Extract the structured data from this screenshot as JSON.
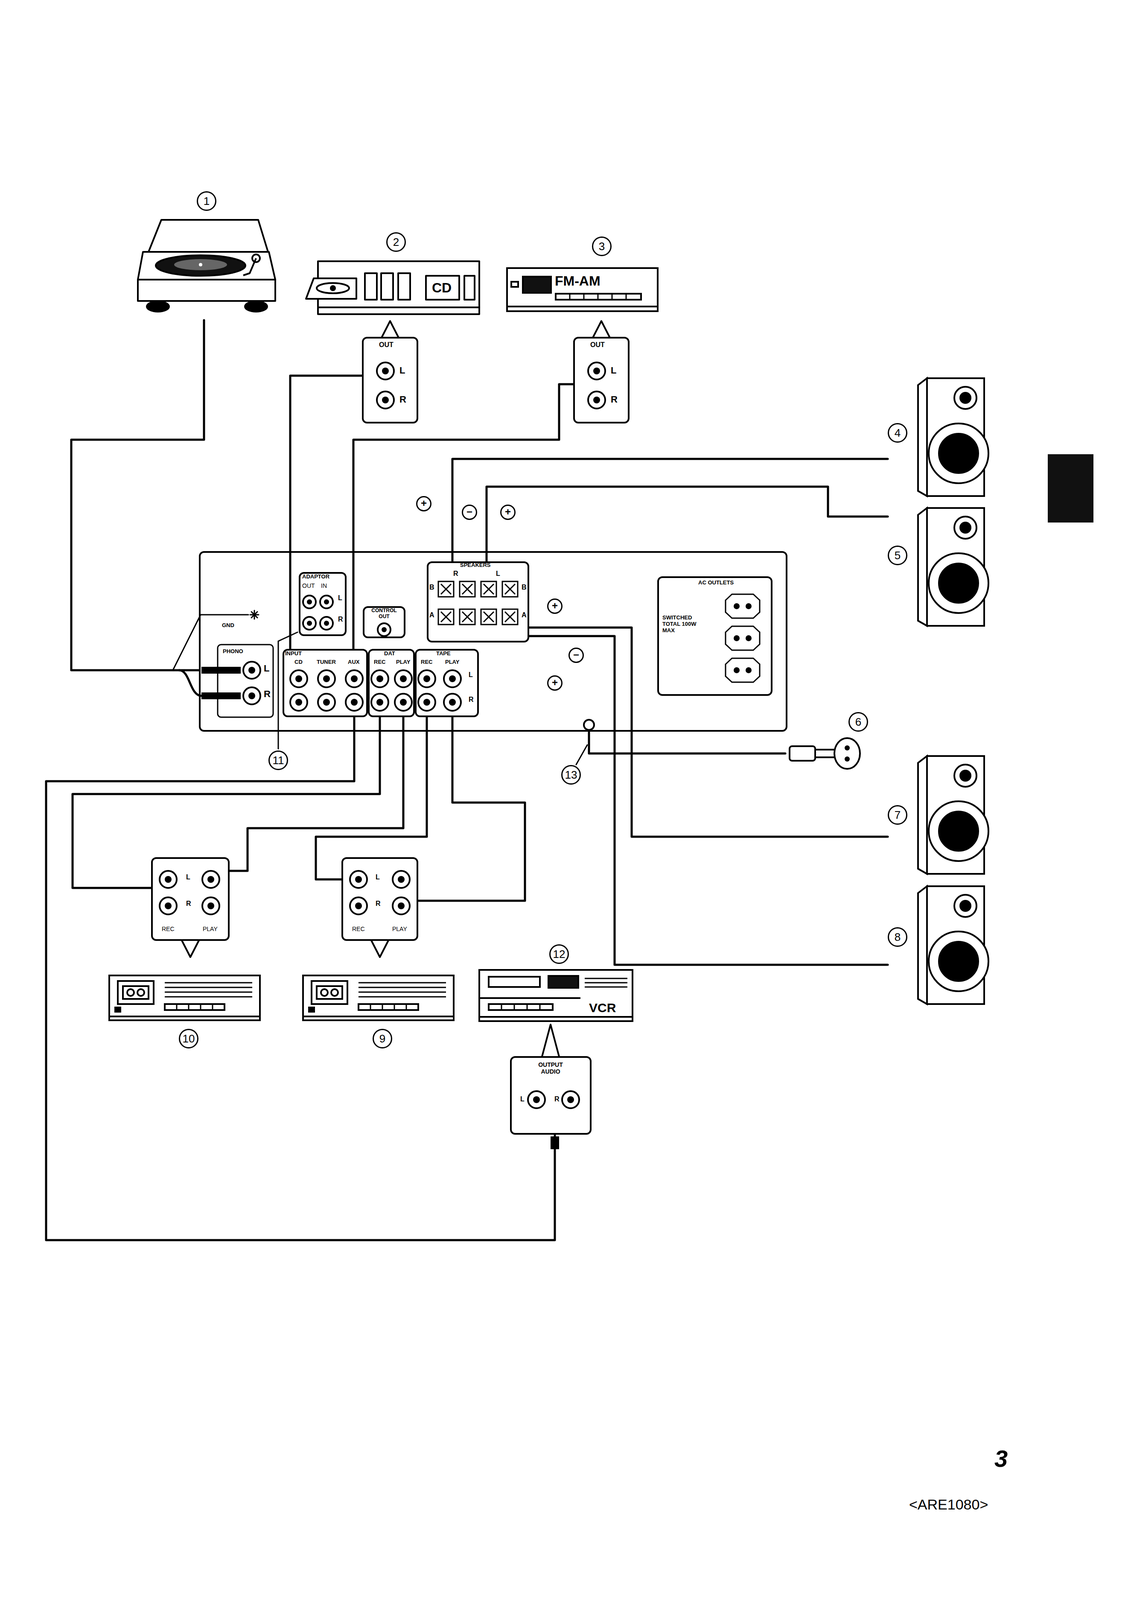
{
  "diagram": {
    "nodes": [
      {
        "text": [
          "1"
        ]
      },
      {
        "text": [
          "2",
          "CD"
        ]
      },
      {
        "text": [
          "OUT",
          "L",
          "R"
        ]
      },
      {
        "text": [
          "3",
          "FM-AM"
        ]
      },
      {
        "text": [
          "OUT",
          "L",
          "R"
        ]
      },
      {
        "text": [
          "4"
        ]
      },
      {
        "text": [
          "5"
        ]
      },
      {
        "text": [
          "GND",
          "PHONO",
          "L",
          "R"
        ]
      },
      {
        "text": [
          "ADAPTOR",
          "OUT",
          "IN",
          "L",
          "R"
        ],
        "in": 7
      },
      {
        "text": [
          "CONTROL OUT"
        ],
        "in": 7
      },
      {
        "text": [
          "INPUT",
          "CD",
          "TUNER",
          "AUX"
        ],
        "in": 7
      },
      {
        "text": [
          "DAT",
          "REC",
          "PLAY"
        ],
        "in": 7
      },
      {
        "text": [
          "TAPE",
          "REC",
          "PLAY",
          "L",
          "R"
        ],
        "in": 7
      },
      {
        "text": [
          "SPEAKERS",
          "R",
          "L",
          "B",
          "A",
          "B",
          "A"
        ],
        "in": 7
      },
      {
        "text": [
          "AC OUTLETS",
          "SWITCHED TOTAL 100W MAX"
        ],
        "in": 7
      },
      {
        "text": [
          "6"
        ]
      },
      {
        "text": [
          "7"
        ]
      },
      {
        "text": [
          "8"
        ]
      },
      {
        "text": [
          "L",
          "R",
          "REC",
          "PLAY"
        ]
      },
      {
        "text": [
          "L",
          "R",
          "REC",
          "PLAY"
        ]
      },
      {
        "text": [
          "10"
        ]
      },
      {
        "text": [
          "9"
        ]
      },
      {
        "text": [
          "12",
          "VCR"
        ]
      },
      {
        "text": [
          "OUTPUT AUDIO",
          "L",
          "R"
        ]
      }
    ],
    "edges": [
      {
        "from": 0,
        "to": 7,
        "arrow": "none"
      },
      {
        "from": 2,
        "to": 10,
        "arrow": "none"
      },
      {
        "from": 4,
        "to": 10,
        "arrow": "none"
      },
      {
        "from": 5,
        "to": 13,
        "arrow": "none"
      },
      {
        "from": 6,
        "to": 13,
        "arrow": "none"
      },
      {
        "from": 13,
        "to": 16,
        "arrow": "none"
      },
      {
        "from": 13,
        "to": 17,
        "arrow": "none"
      },
      {
        "from": 7,
        "to": 15,
        "arrow": "none"
      },
      {
        "from": 11,
        "to": 18,
        "arrow": "none"
      },
      {
        "from": 11,
        "to": 18,
        "arrow": "none"
      },
      {
        "from": 12,
        "to": 19,
        "arrow": "none"
      },
      {
        "from": 12,
        "to": 19,
        "arrow": "none"
      },
      {
        "from": 23,
        "to": 10,
        "arrow": "none"
      }
    ],
    "labels": [
      "11",
      "13",
      "+",
      "−",
      "+",
      "+",
      "−",
      "+",
      "3",
      "<ARE1080>"
    ]
  }
}
